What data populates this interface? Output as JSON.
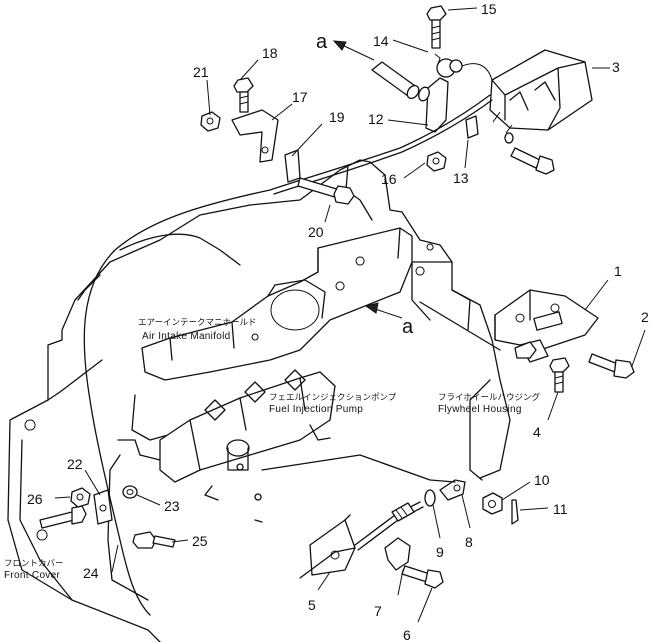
{
  "callouts": {
    "n1": "1",
    "n2": "2",
    "n3": "3",
    "n4": "4",
    "n5": "5",
    "n6": "6",
    "n7": "7",
    "n8": "8",
    "n9": "9",
    "n10": "10",
    "n11": "11",
    "n12": "12",
    "n13": "13",
    "n14": "14",
    "n15": "15",
    "n16": "16",
    "n17": "17",
    "n18": "18",
    "n19": "19",
    "n20": "20",
    "n21": "21",
    "n22": "22",
    "n23": "23",
    "n24": "24",
    "n25": "25",
    "n26": "26"
  },
  "view_markers": {
    "top": "a",
    "mid": "a"
  },
  "labels": {
    "air_intake_jp": "エアーインテークマニホールド",
    "air_intake_en": "Air Intake Manifold",
    "fuel_pump_jp": "フェエルインジェクションポンプ",
    "fuel_pump_en": "Fuel Injection Pump",
    "flywheel_jp": "フライホイールハウジング",
    "flywheel_en": "Flywheel Housing",
    "front_cover_jp": "フロントカバー",
    "front_cover_en": "Front Cover"
  }
}
